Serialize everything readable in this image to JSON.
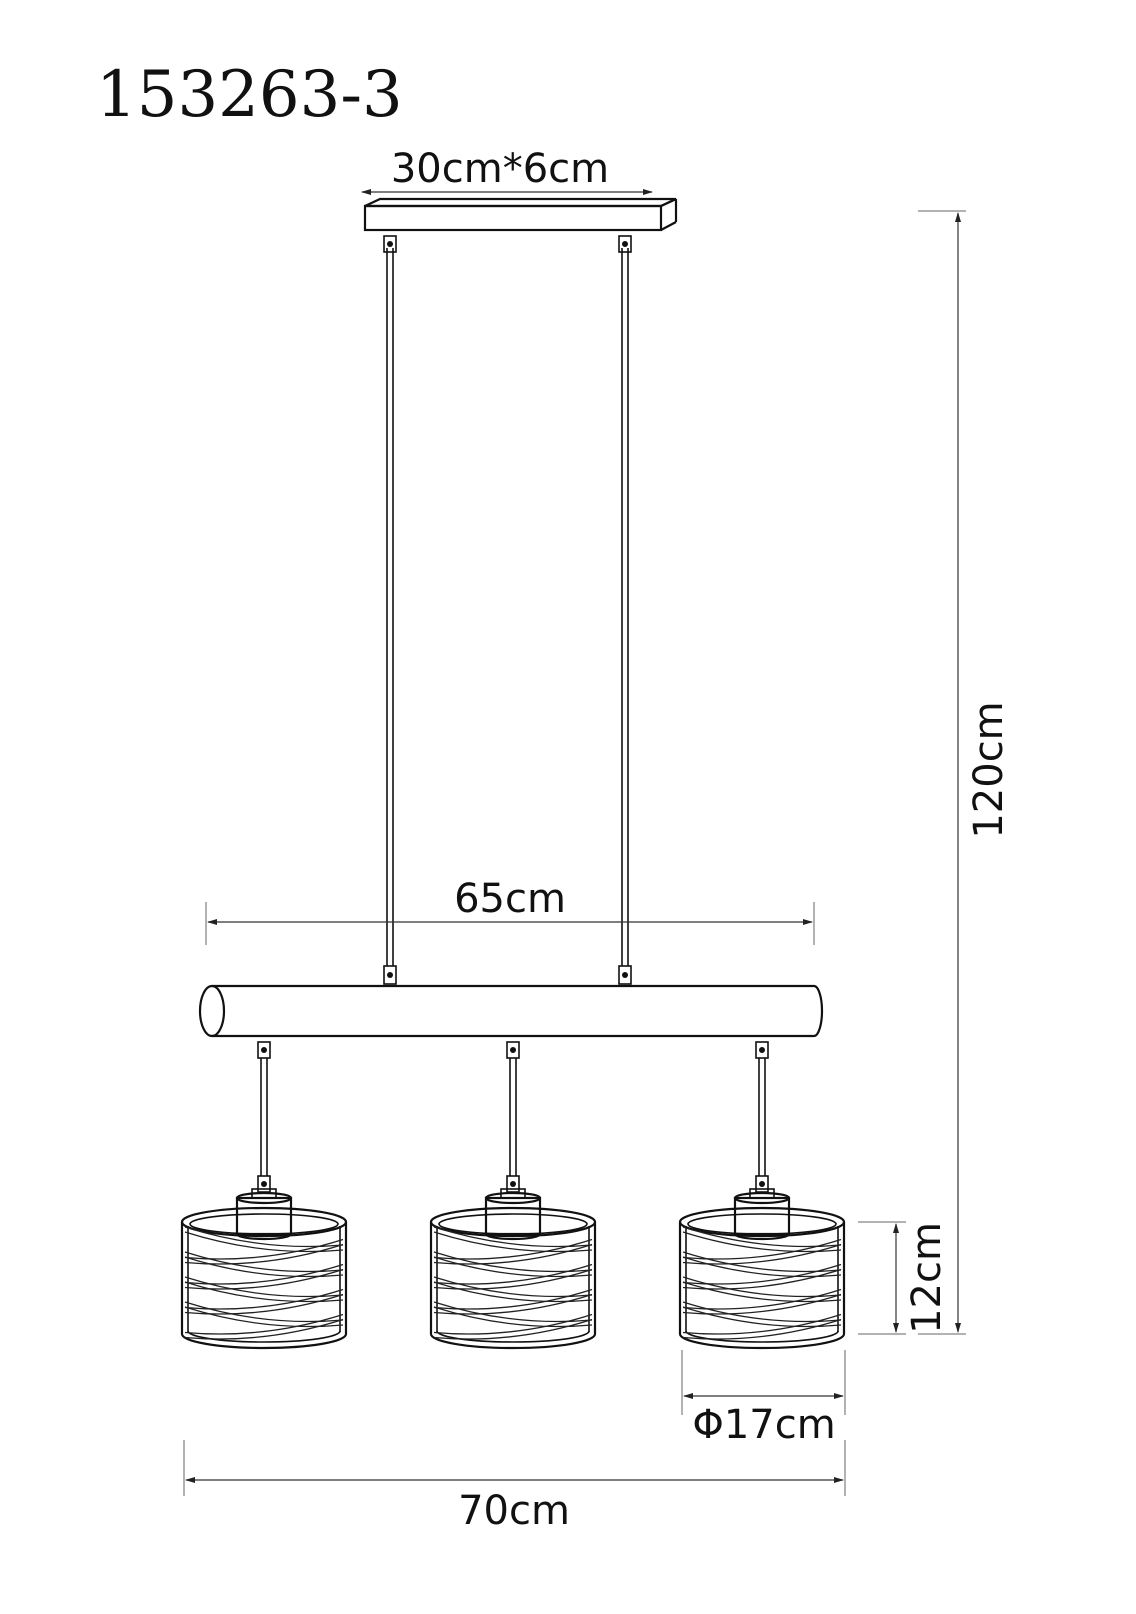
{
  "model_number": "153263-3",
  "dimensions": {
    "canopy": "30cm*6cm",
    "total_height": "120cm",
    "bar_length": "65cm",
    "shade_height": "12cm",
    "shade_diameter": "Φ17cm",
    "total_width": "70cm"
  },
  "colors": {
    "line": "#111111"
  },
  "shades": [
    {
      "id": "left"
    },
    {
      "id": "middle"
    },
    {
      "id": "right"
    }
  ]
}
